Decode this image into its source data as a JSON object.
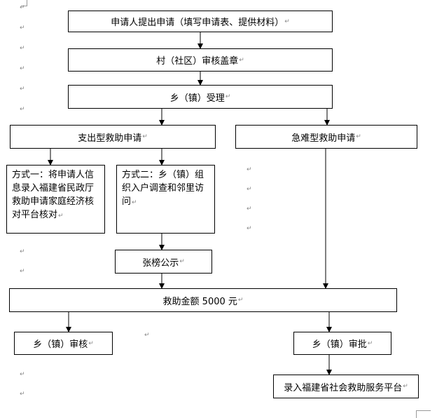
{
  "mark": "↵",
  "nodes": {
    "apply": "申请人提出申请（填写申请表、提供材料）",
    "village": "村（社区）审核盖章",
    "town_accept": "乡（镇）受理",
    "expense": "支出型救助申请",
    "urgent": "急难型救助申请",
    "method1": "方式一：将申请人信息录入福建省民政厅救助申请家庭经济核对平台核对",
    "method2": "方式二：乡（镇）组织入户调查和邻里访问",
    "publicity": "张榜公示",
    "amount": "救助金额 5000 元",
    "town_review": "乡（镇）审核",
    "town_approve": "乡（镇）审批",
    "platform": "录入福建省社会救助服务平台"
  }
}
